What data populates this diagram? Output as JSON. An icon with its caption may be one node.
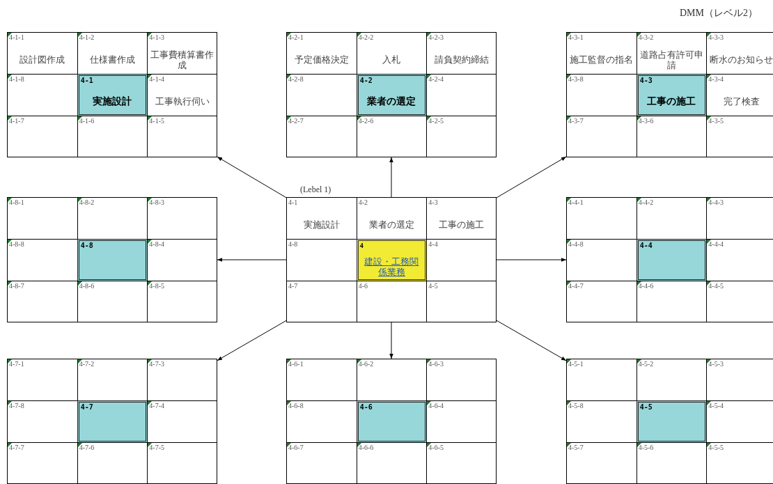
{
  "diagram": {
    "title": "DMM（レベル2）",
    "nodes": [
      {
        "text": [],
        "shape": "box"
      },
      {
        "text": [
          "4-1-1",
          "設計図作成"
        ],
        "in": 0
      },
      {
        "text": [
          "4-1-2",
          "仕様書作成"
        ],
        "in": 0
      },
      {
        "text": [
          "4-1-3",
          "工事費積算書作成"
        ],
        "in": 0
      },
      {
        "text": [
          "4-1-8"
        ],
        "in": 0
      },
      {
        "text": [
          "4-1",
          "実施設計"
        ],
        "in": 0
      },
      {
        "text": [
          "4-1-4",
          "工事執行伺い"
        ],
        "in": 0
      },
      {
        "text": [
          "4-1-7"
        ],
        "in": 0
      },
      {
        "text": [
          "4-1-6"
        ],
        "in": 0
      },
      {
        "text": [
          "4-1-5"
        ],
        "in": 0
      },
      {
        "text": [],
        "shape": "box"
      },
      {
        "text": [
          "4-2-1",
          "予定価格決定"
        ],
        "in": 10
      },
      {
        "text": [
          "4-2-2",
          "入札"
        ],
        "in": 10
      },
      {
        "text": [
          "4-2-3",
          "請負契約締結"
        ],
        "in": 10
      },
      {
        "text": [
          "4-2-8"
        ],
        "in": 10
      },
      {
        "text": [
          "4-2",
          "業者の選定"
        ],
        "in": 10
      },
      {
        "text": [
          "4-2-4"
        ],
        "in": 10
      },
      {
        "text": [
          "4-2-7"
        ],
        "in": 10
      },
      {
        "text": [
          "4-2-6"
        ],
        "in": 10
      },
      {
        "text": [
          "4-2-5"
        ],
        "in": 10
      },
      {
        "text": [],
        "shape": "box"
      },
      {
        "text": [
          "4-3-1",
          "施工監督の指名"
        ],
        "in": 20
      },
      {
        "text": [
          "4-3-2",
          "道路占有許可申請"
        ],
        "in": 20
      },
      {
        "text": [
          "4-3-3",
          "断水のお知らせ"
        ],
        "in": 20
      },
      {
        "text": [
          "4-3-8"
        ],
        "in": 20
      },
      {
        "text": [
          "4-3",
          "工事の施工"
        ],
        "in": 20
      },
      {
        "text": [
          "4-3-4",
          "完了検査"
        ],
        "in": 20
      },
      {
        "text": [
          "4-3-7"
        ],
        "in": 20
      },
      {
        "text": [
          "4-3-6"
        ],
        "in": 20
      },
      {
        "text": [
          "4-3-5"
        ],
        "in": 20
      },
      {
        "text": [],
        "shape": "box"
      },
      {
        "text": [
          "4-8-1"
        ],
        "in": 30
      },
      {
        "text": [
          "4-8-2"
        ],
        "in": 30
      },
      {
        "text": [
          "4-8-3"
        ],
        "in": 30
      },
      {
        "text": [
          "4-8-8"
        ],
        "in": 30
      },
      {
        "text": [
          "4-8"
        ],
        "in": 30
      },
      {
        "text": [
          "4-8-4"
        ],
        "in": 30
      },
      {
        "text": [
          "4-8-7"
        ],
        "in": 30
      },
      {
        "text": [
          "4-8-6"
        ],
        "in": 30
      },
      {
        "text": [
          "4-8-5"
        ],
        "in": 30
      },
      {
        "text": [],
        "shape": "box",
        "beside": [
          "(Lebel 1)"
        ]
      },
      {
        "text": [
          "4-1",
          "実施設計"
        ],
        "in": 40
      },
      {
        "text": [
          "4-2",
          "業者の選定"
        ],
        "in": 40
      },
      {
        "text": [
          "4-3",
          "工事の施工"
        ],
        "in": 40
      },
      {
        "text": [
          "4-8"
        ],
        "in": 40
      },
      {
        "text": [
          "4",
          "建設・工務関係業務"
        ],
        "in": 40
      },
      {
        "text": [
          "4-4"
        ],
        "in": 40
      },
      {
        "text": [
          "4-7"
        ],
        "in": 40
      },
      {
        "text": [
          "4-6"
        ],
        "in": 40
      },
      {
        "text": [
          "4-5"
        ],
        "in": 40
      },
      {
        "text": [],
        "shape": "box"
      },
      {
        "text": [
          "4-4-1"
        ],
        "in": 50
      },
      {
        "text": [
          "4-4-2"
        ],
        "in": 50
      },
      {
        "text": [
          "4-4-3"
        ],
        "in": 50
      },
      {
        "text": [
          "4-4-8"
        ],
        "in": 50
      },
      {
        "text": [
          "4-4"
        ],
        "in": 50
      },
      {
        "text": [
          "4-4-4"
        ],
        "in": 50
      },
      {
        "text": [
          "4-4-7"
        ],
        "in": 50
      },
      {
        "text": [
          "4-4-6"
        ],
        "in": 50
      },
      {
        "text": [
          "4-4-5"
        ],
        "in": 50
      },
      {
        "text": [],
        "shape": "box"
      },
      {
        "text": [
          "4-7-1"
        ],
        "in": 60
      },
      {
        "text": [
          "4-7-2"
        ],
        "in": 60
      },
      {
        "text": [
          "4-7-3"
        ],
        "in": 60
      },
      {
        "text": [
          "4-7-8"
        ],
        "in": 60
      },
      {
        "text": [
          "4-7"
        ],
        "in": 60
      },
      {
        "text": [
          "4-7-4"
        ],
        "in": 60
      },
      {
        "text": [
          "4-7-7"
        ],
        "in": 60
      },
      {
        "text": [
          "4-7-6"
        ],
        "in": 60
      },
      {
        "text": [
          "4-7-5"
        ],
        "in": 60
      },
      {
        "text": [],
        "shape": "box"
      },
      {
        "text": [
          "4-6-1"
        ],
        "in": 70
      },
      {
        "text": [
          "4-6-2"
        ],
        "in": 70
      },
      {
        "text": [
          "4-6-3"
        ],
        "in": 70
      },
      {
        "text": [
          "4-6-8"
        ],
        "in": 70
      },
      {
        "text": [
          "4-6"
        ],
        "in": 70
      },
      {
        "text": [
          "4-6-4"
        ],
        "in": 70
      },
      {
        "text": [
          "4-6-7"
        ],
        "in": 70
      },
      {
        "text": [
          "4-6-6"
        ],
        "in": 70
      },
      {
        "text": [
          "4-6-5"
        ],
        "in": 70
      },
      {
        "text": [],
        "shape": "box"
      },
      {
        "text": [
          "4-5-1"
        ],
        "in": 80
      },
      {
        "text": [
          "4-5-2"
        ],
        "in": 80
      },
      {
        "text": [
          "4-5-3"
        ],
        "in": 80
      },
      {
        "text": [
          "4-5-8"
        ],
        "in": 80
      },
      {
        "text": [
          "4-5"
        ],
        "in": 80
      },
      {
        "text": [
          "4-5-4"
        ],
        "in": 80
      },
      {
        "text": [
          "4-5-7"
        ],
        "in": 80
      },
      {
        "text": [
          "4-5-6"
        ],
        "in": 80
      },
      {
        "text": [
          "4-5-5"
        ],
        "in": 80
      }
    ],
    "edges": [
      {
        "from": 40,
        "to": 0,
        "arrow": "to"
      },
      {
        "from": 40,
        "to": 10,
        "arrow": "to"
      },
      {
        "from": 40,
        "to": 20,
        "arrow": "to"
      },
      {
        "from": 40,
        "to": 30,
        "arrow": "to"
      },
      {
        "from": 40,
        "to": 50,
        "arrow": "to"
      },
      {
        "from": 40,
        "to": 60,
        "arrow": "to"
      },
      {
        "from": 40,
        "to": 70,
        "arrow": "to"
      },
      {
        "from": 40,
        "to": 80,
        "arrow": "to"
      }
    ]
  }
}
